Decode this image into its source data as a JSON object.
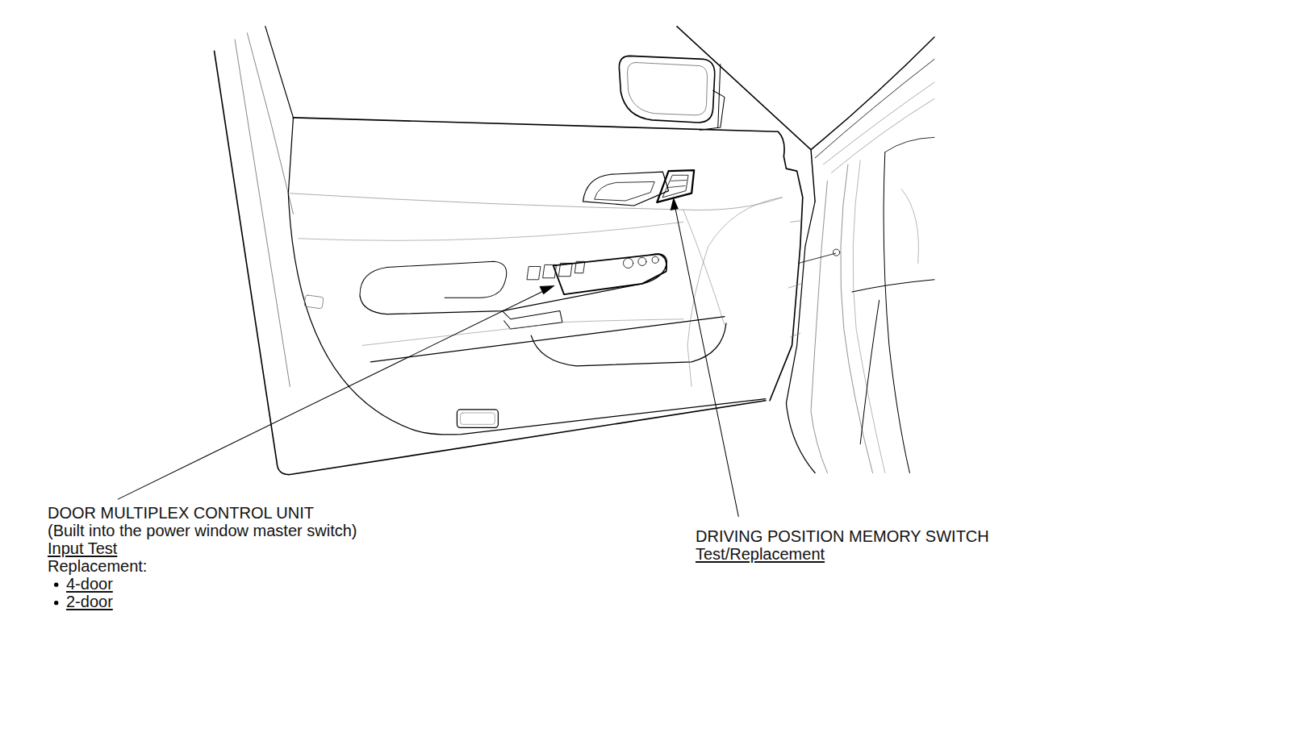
{
  "diagram": {
    "labels": [
      "DOOR MULTIPLEX CONTROL UNIT",
      "(Built into the power window master switch)",
      "Input Test",
      "Replacement:",
      "4-door",
      "2-door",
      "DRIVING POSITION MEMORY SWITCH",
      "Test/Replacement"
    ]
  }
}
